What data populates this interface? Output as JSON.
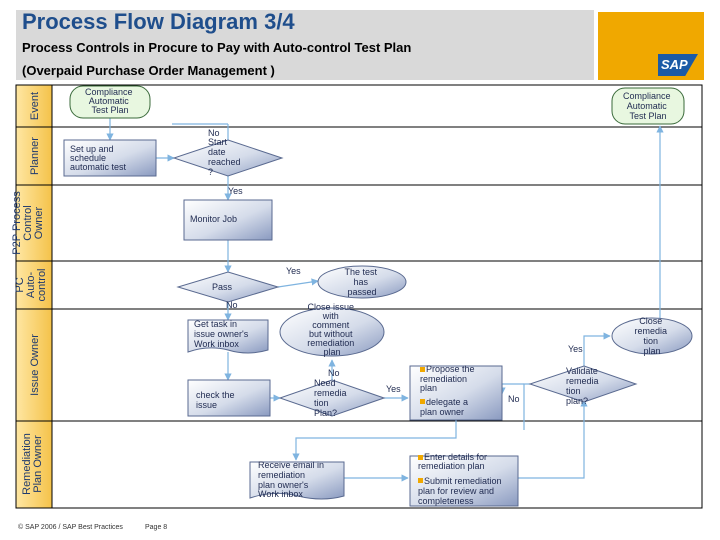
{
  "header": {
    "title": "Process Flow Diagram 3/4",
    "subtitle": "Process Controls in Procure to Pay with Auto-control Test Plan",
    "subtitle2": "(Overpaid Purchase Order Management )",
    "logo_text": "SAP",
    "logo_color": "#f0a800"
  },
  "lanes": [
    {
      "label": "Event"
    },
    {
      "label": "Planner"
    },
    {
      "label": "P2P Process Control Owner"
    },
    {
      "label": "PC Auto-control"
    },
    {
      "label": "Issue Owner"
    },
    {
      "label": "Remediation Plan Owner"
    }
  ],
  "nodes": {
    "start_event": [
      "Compliance",
      "Automatic",
      "Test Plan"
    ],
    "end_event": [
      "Compliance",
      "Automatic",
      "Test Plan"
    ],
    "setup_schedule": [
      "Set up and",
      "schedule",
      "automatic test"
    ],
    "start_date_decision": [
      "Start",
      "date",
      "reached",
      "?"
    ],
    "monitor_job": [
      "Monitor Job"
    ],
    "pass_decision": [
      "Pass"
    ],
    "test_passed": [
      "The test",
      "has",
      "passed"
    ],
    "get_task": [
      "Get task in",
      "issue owner's",
      "Work inbox"
    ],
    "close_issue": [
      "Close issue",
      "with",
      "comment",
      "but without",
      "remediation",
      "plan"
    ],
    "check_issue": [
      "check the",
      "issue"
    ],
    "need_remediation": [
      "Need",
      "remedia",
      "tion",
      "Plan?"
    ],
    "propose_remediation": [
      "Propose the",
      "remediation",
      "plan",
      "delegate a",
      "plan owner"
    ],
    "validate_remediation": [
      "Validate",
      "remedia",
      "tion",
      "plan?"
    ],
    "close_remediation": [
      "Close",
      "remedia",
      "tion",
      "plan"
    ],
    "receive_email": [
      "Receive email in",
      "remediation",
      "plan owner's",
      "Work inbox"
    ],
    "enter_details": [
      "Enter details for",
      "remediation plan",
      "Submit remediation",
      "plan for review and",
      "completeness"
    ]
  },
  "edge_labels": {
    "no_start": "No",
    "yes_start": "Yes",
    "yes_pass": "Yes",
    "no_pass": "No",
    "no_need": "No",
    "yes_need": "Yes",
    "yes_validate": "Yes",
    "no_validate": "No"
  },
  "footer": {
    "copyright": "© SAP 2006 / SAP Best Practices",
    "page": "Page 8"
  }
}
